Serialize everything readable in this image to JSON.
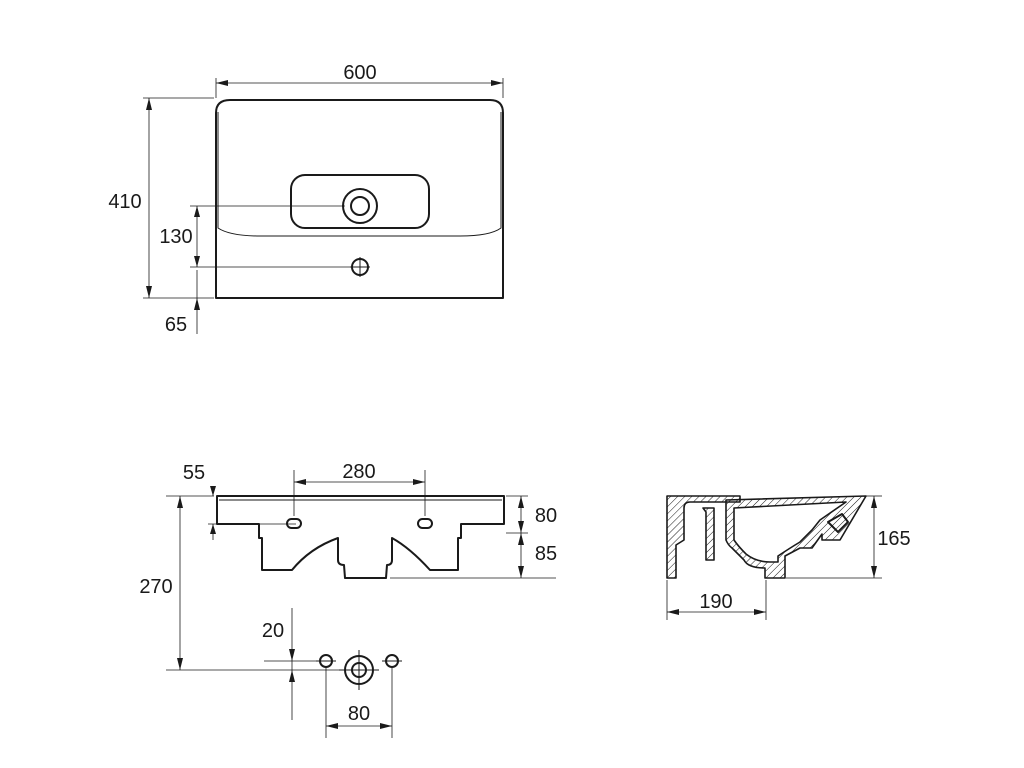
{
  "dimensions": {
    "top_width": "600",
    "top_depth": "410",
    "tap_hole_offset": "130",
    "rear_offset": "65",
    "bracket_offset": "55",
    "bracket_spacing": "280",
    "front_height": "80",
    "bowl_depth": "85",
    "mount_height": "270",
    "waste_offset": "20",
    "waste_spacing": "80",
    "side_height": "165",
    "side_depth": "190"
  }
}
